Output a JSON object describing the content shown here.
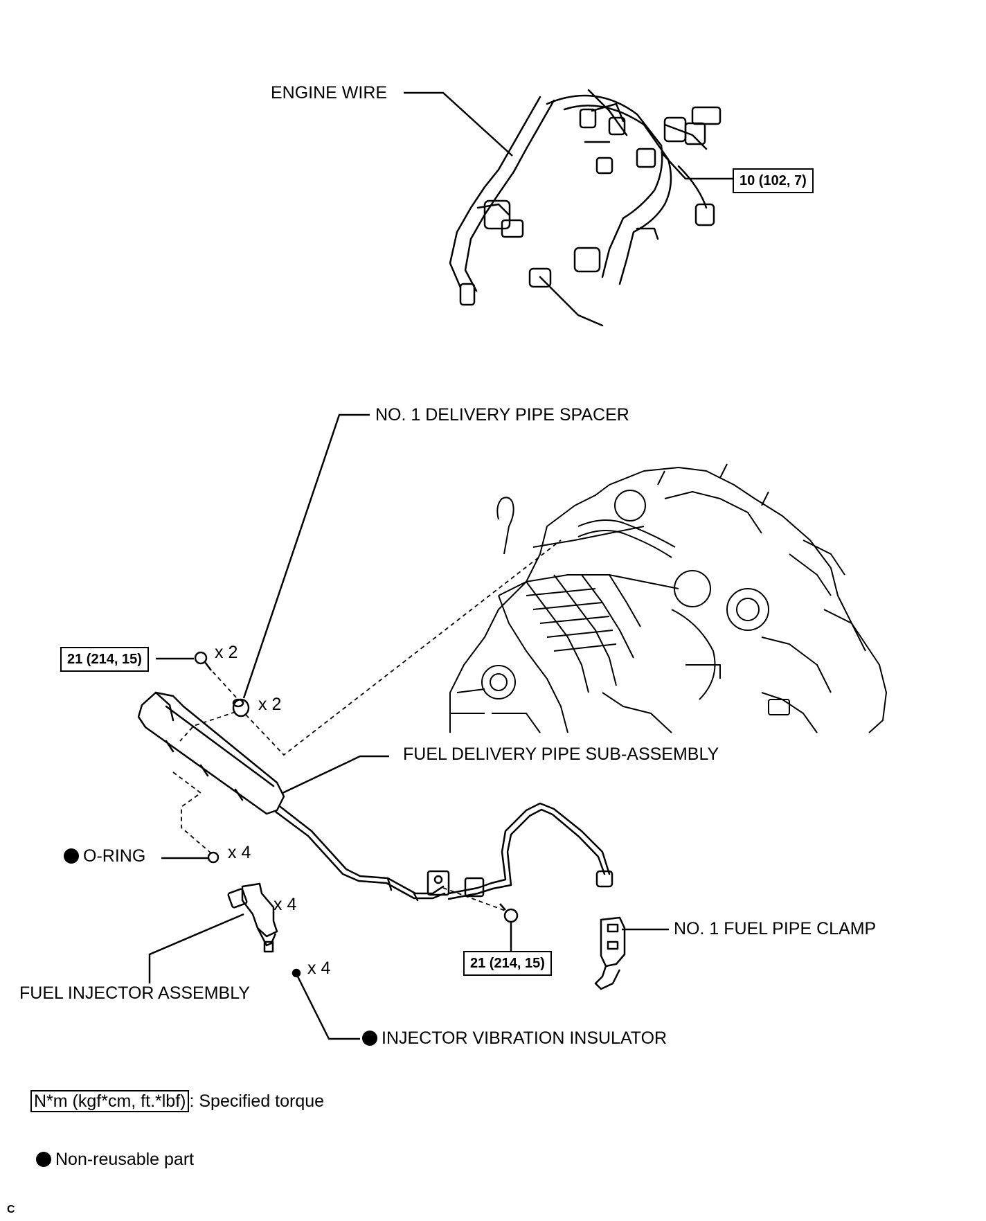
{
  "labels": {
    "engine_wire": "ENGINE WIRE",
    "spacer": "NO. 1 DELIVERY PIPE SPACER",
    "delivery_pipe": "FUEL DELIVERY PIPE SUB-ASSEMBLY",
    "o_ring": "O-RING",
    "injector": "FUEL INJECTOR ASSEMBLY",
    "pipe_clamp": "NO. 1 FUEL PIPE CLAMP",
    "insulator": "INJECTOR VIBRATION INSULATOR"
  },
  "torques": {
    "engine_wire_bolt": "10 (102, 7)",
    "pipe_bolt": "21 (214, 15)",
    "clamp_bolt": "21 (214, 15)"
  },
  "quantities": {
    "pipe_bolt": "x 2",
    "spacer": "x 2",
    "o_ring": "x 4",
    "injector": "x 4",
    "insulator": "x 4"
  },
  "legend": {
    "torque_unit": "N*m (kgf*cm, ft.*lbf)",
    "torque_desc": ": Specified torque",
    "nonreusable_desc": "Non-reusable part"
  },
  "corner_mark": "C"
}
